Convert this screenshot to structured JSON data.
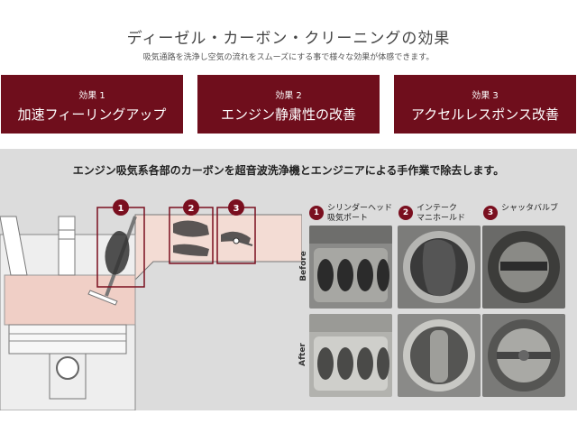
{
  "header": {
    "title": "ディーゼル・カーボン・クリーニングの効果",
    "subtitle": "吸気通路を洗浄し空気の流れをスムーズにする事で様々な効果が体感できます。"
  },
  "effects": [
    {
      "num": "効果 1",
      "name": "加速フィーリングアップ"
    },
    {
      "num": "効果 2",
      "name": "エンジン静粛性の改善"
    },
    {
      "num": "効果 3",
      "name": "アクセルレスポンス改善"
    }
  ],
  "panel": {
    "caption": "エンジン吸気系各部のカーボンを超音波洗浄機とエンジニアによる手作業で除去します。"
  },
  "diagram": {
    "markers": [
      "1",
      "2",
      "3"
    ]
  },
  "legend": [
    {
      "num": "1",
      "line1": "シリンダーヘッド",
      "line2": "吸気ポート"
    },
    {
      "num": "2",
      "line1": "インテーク",
      "line2": "マニホールド"
    },
    {
      "num": "3",
      "line1": "シャッタバルブ",
      "line2": ""
    }
  ],
  "rows": {
    "before": "Before",
    "after": "After"
  },
  "colors": {
    "accent": "#6f0e1c",
    "panel": "#dcdcdc"
  }
}
